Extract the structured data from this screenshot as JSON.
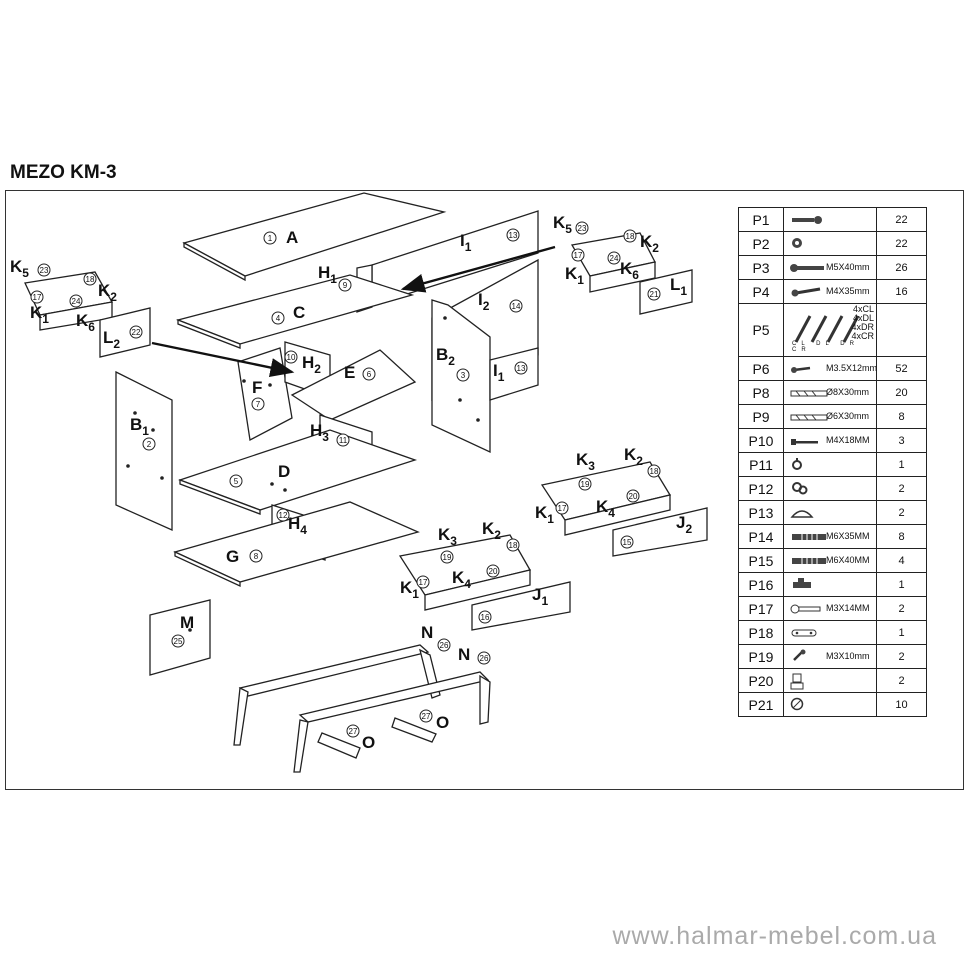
{
  "title": "MEZO KM-3",
  "footer": "www.halmar-mebel.com.ua",
  "labels": {
    "A": "A",
    "C": "C",
    "D": "D",
    "E": "E",
    "F": "F",
    "G": "G",
    "M": "M",
    "N": "N",
    "O": "O",
    "H": "H",
    "B": "B",
    "I": "I",
    "K": "K",
    "J": "J",
    "L": "L",
    "s1": "1",
    "s2": "2",
    "s3": "3",
    "s4": "4",
    "s5": "5",
    "s6": "6"
  },
  "callouts": [
    "1",
    "2",
    "3",
    "4",
    "5",
    "6",
    "7",
    "8",
    "9",
    "10",
    "11",
    "12",
    "13",
    "14",
    "15",
    "16",
    "17",
    "18",
    "19",
    "20",
    "21",
    "22",
    "23",
    "24",
    "25",
    "26",
    "27"
  ],
  "parts": [
    {
      "code": "P1",
      "spec": "",
      "qty": "22",
      "icon": "dowel-pin-icon"
    },
    {
      "code": "P2",
      "spec": "",
      "qty": "22",
      "icon": "cam-nut-icon"
    },
    {
      "code": "P3",
      "spec": "M5X40mm",
      "qty": "26",
      "icon": "confirmat-screw-icon"
    },
    {
      "code": "P4",
      "spec": "M4X35mm",
      "qty": "16",
      "icon": "wood-screw-icon"
    },
    {
      "code": "P5",
      "spec": "",
      "qty": "",
      "icon": "drawer-slide-screws-icon",
      "sub": [
        "4xCL",
        "4xDL",
        "4xDR",
        "4xCR"
      ],
      "bottom": [
        "CL",
        "DL",
        "DR",
        "CR"
      ]
    },
    {
      "code": "P6",
      "spec": "M3.5X12mm",
      "qty": "52",
      "icon": "small-screw-icon"
    },
    {
      "code": "P8",
      "spec": "Ø8X30mm",
      "qty": "20",
      "icon": "wood-dowel-icon"
    },
    {
      "code": "P9",
      "spec": "Ø6X30mm",
      "qty": "8",
      "icon": "wood-dowel-icon"
    },
    {
      "code": "P10",
      "spec": "M4X18MM",
      "qty": "3",
      "icon": "bolt-icon"
    },
    {
      "code": "P11",
      "spec": "",
      "qty": "1",
      "icon": "hook-icon"
    },
    {
      "code": "P12",
      "spec": "",
      "qty": "2",
      "icon": "nut-washer-icon"
    },
    {
      "code": "P13",
      "spec": "",
      "qty": "2",
      "icon": "bracket-icon"
    },
    {
      "code": "P14",
      "spec": "M6X35MM",
      "qty": "8",
      "icon": "long-bolt-icon"
    },
    {
      "code": "P15",
      "spec": "M6X40MM",
      "qty": "4",
      "icon": "long-bolt-icon"
    },
    {
      "code": "P16",
      "spec": "",
      "qty": "1",
      "icon": "clip-icon"
    },
    {
      "code": "P17",
      "spec": "M3X14MM",
      "qty": "2",
      "icon": "screw-icon"
    },
    {
      "code": "P18",
      "spec": "",
      "qty": "1",
      "icon": "strap-icon"
    },
    {
      "code": "P19",
      "spec": "M3X10mm",
      "qty": "2",
      "icon": "short-screw-icon"
    },
    {
      "code": "P20",
      "spec": "",
      "qty": "2",
      "icon": "foot-glide-icon"
    },
    {
      "code": "P21",
      "spec": "",
      "qty": "10",
      "icon": "cover-cap-icon"
    }
  ]
}
